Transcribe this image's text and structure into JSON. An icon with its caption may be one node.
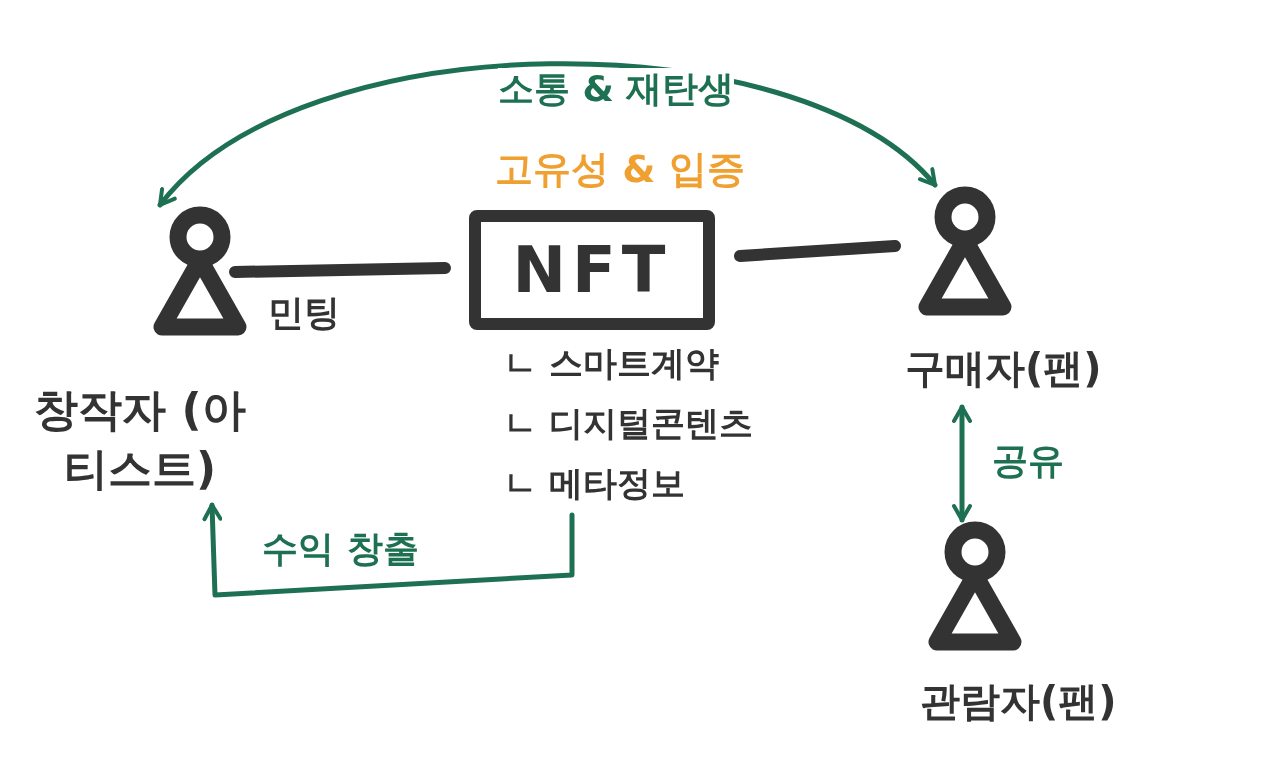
{
  "diagram": {
    "nodes": [
      {
        "text": [
          "창작자 (아티스트)"
        ]
      },
      {
        "text": [
          "NFT"
        ],
        "beside": [
          "고유성 & 입증",
          "ㄴ 스마트계약",
          "ㄴ 디지털콘텐츠",
          "ㄴ 메타정보"
        ]
      },
      {
        "text": [
          "구매자(팬)"
        ]
      },
      {
        "text": [
          "관람자(팬)"
        ]
      }
    ],
    "edges": [
      {
        "from": 0,
        "to": 1,
        "arrow": "none",
        "label": "민팅",
        "style": "thick",
        "color": "#333333"
      },
      {
        "from": 1,
        "to": 2,
        "arrow": "none",
        "style": "thick",
        "color": "#333333"
      },
      {
        "from": 0,
        "to": 2,
        "arrow": "both",
        "label": "소통 & 재탄생",
        "color": "#1e7052"
      },
      {
        "from": 2,
        "to": 3,
        "arrow": "both",
        "label": "공유",
        "color": "#1e7052"
      },
      {
        "from": 1,
        "to": 0,
        "arrow": "to",
        "label": "수익 창출",
        "color": "#1e7052"
      }
    ]
  }
}
